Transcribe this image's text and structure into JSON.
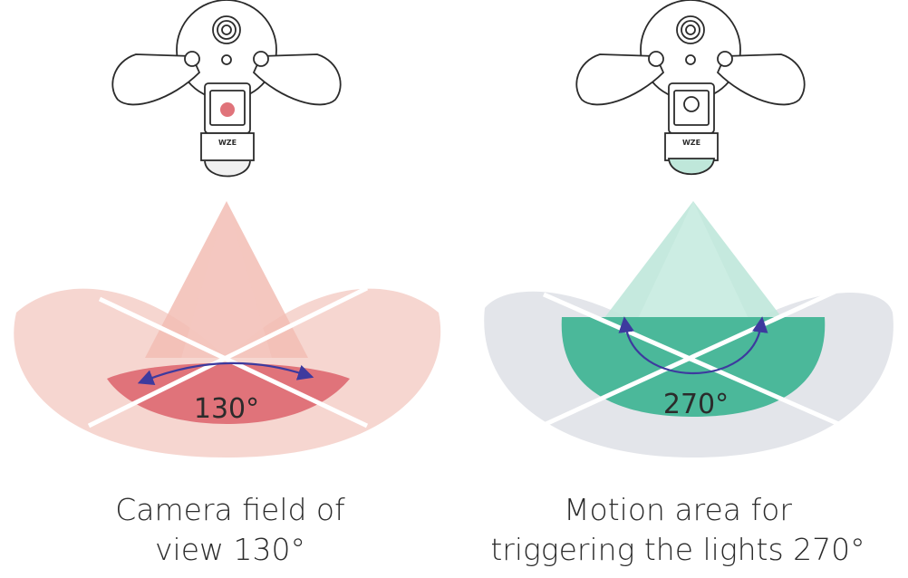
{
  "camera_panel": {
    "angle_label": "130°",
    "caption_line1": "Camera field of",
    "caption_line2": "view 130°",
    "brand_mark": "WZE",
    "accent_color": "#e0737a",
    "zone_color": "#f4c9c2"
  },
  "motion_panel": {
    "angle_label": "270°",
    "caption_line1": "Motion area for",
    "caption_line2": "triggering the lights 270°",
    "brand_mark": "WZE",
    "accent_color": "#4bb89a",
    "zone_color": "#e3e5ea"
  },
  "arrow_color": "#3d3a9e"
}
